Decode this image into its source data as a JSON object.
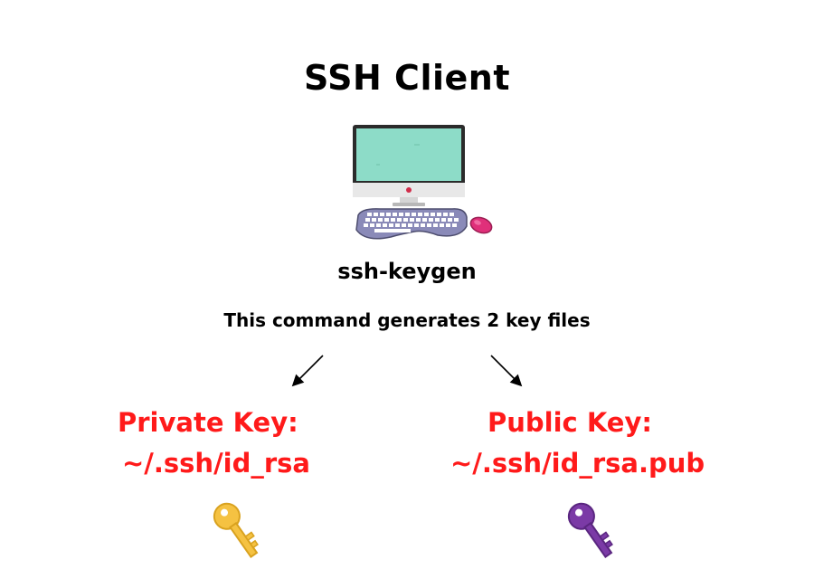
{
  "title": "SSH Client",
  "command": "ssh-keygen",
  "description": "This command generates 2 key files",
  "private_key": {
    "label": "Private Key:",
    "path": "~/.ssh/id_rsa",
    "icon": "key-icon",
    "color": "#f5c242"
  },
  "public_key": {
    "label": "Public Key:",
    "path": "~/.ssh/id_rsa.pub",
    "icon": "key-icon",
    "color": "#7b3aa6"
  },
  "colors": {
    "key_text": "#ff1a1a",
    "screen": "#8ddcc8",
    "keyboard": "#8a8ab8",
    "mouse": "#e0307a"
  }
}
